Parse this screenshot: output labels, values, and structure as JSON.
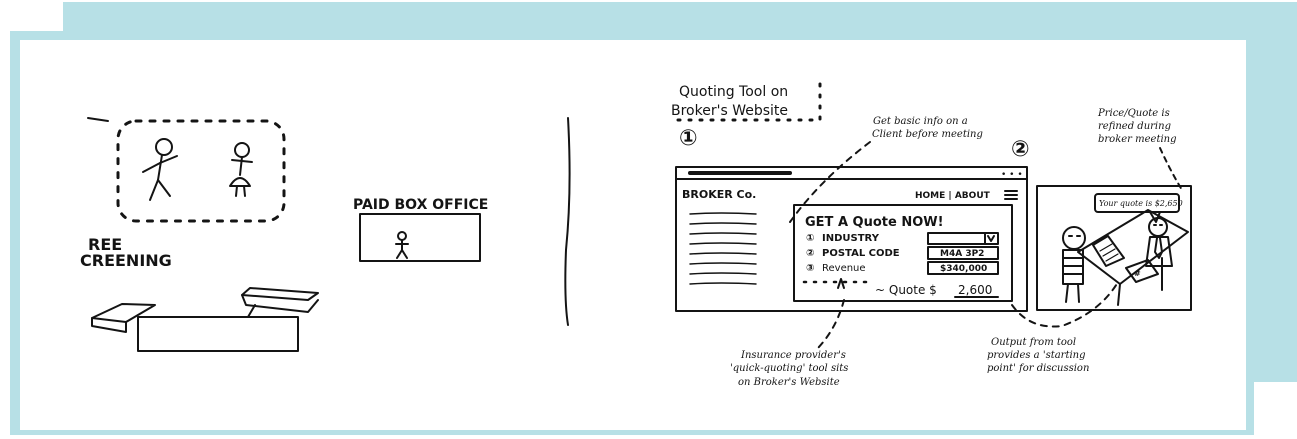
{
  "left_panel": {
    "free_screening_line1": "REE",
    "free_screening_line2": "CREENING",
    "paid_box_office": "PAID BOX OFFICE"
  },
  "quoting_tool": {
    "title_line1": "Quoting Tool on",
    "title_line2": "Broker's Website",
    "step1_label": "①",
    "step2_label": "②",
    "note_basic_info_line1": "Get basic info on a",
    "note_basic_info_line2": "Client before meeting",
    "note_price_line1": "Price/Quote is",
    "note_price_line2": "refined during",
    "note_price_line3": "broker meeting",
    "browser": {
      "logo": "BROKER Co.",
      "nav": "HOME | ABOUT",
      "menu_icon": "hamburger-icon",
      "form_title": "GET A Quote NOW!",
      "fields": [
        {
          "num": "①",
          "label": "INDUSTRY",
          "value": ""
        },
        {
          "num": "②",
          "label": "POSTAL CODE",
          "value": "M4A 3P2"
        },
        {
          "num": "③",
          "label": "Revenue",
          "value": "$340,000"
        }
      ],
      "quote_prefix": "~ Quote $",
      "quote_value": "2,600"
    },
    "speech_bubble": "Your quote is $2,650",
    "note_insurance_line1": "Insurance provider's",
    "note_insurance_line2": "'quick-quoting' tool sits",
    "note_insurance_line3": "on Broker's Website",
    "note_output_line1": "Output from tool",
    "note_output_line2": "provides a 'starting",
    "note_output_line3": "point' for discussion"
  }
}
